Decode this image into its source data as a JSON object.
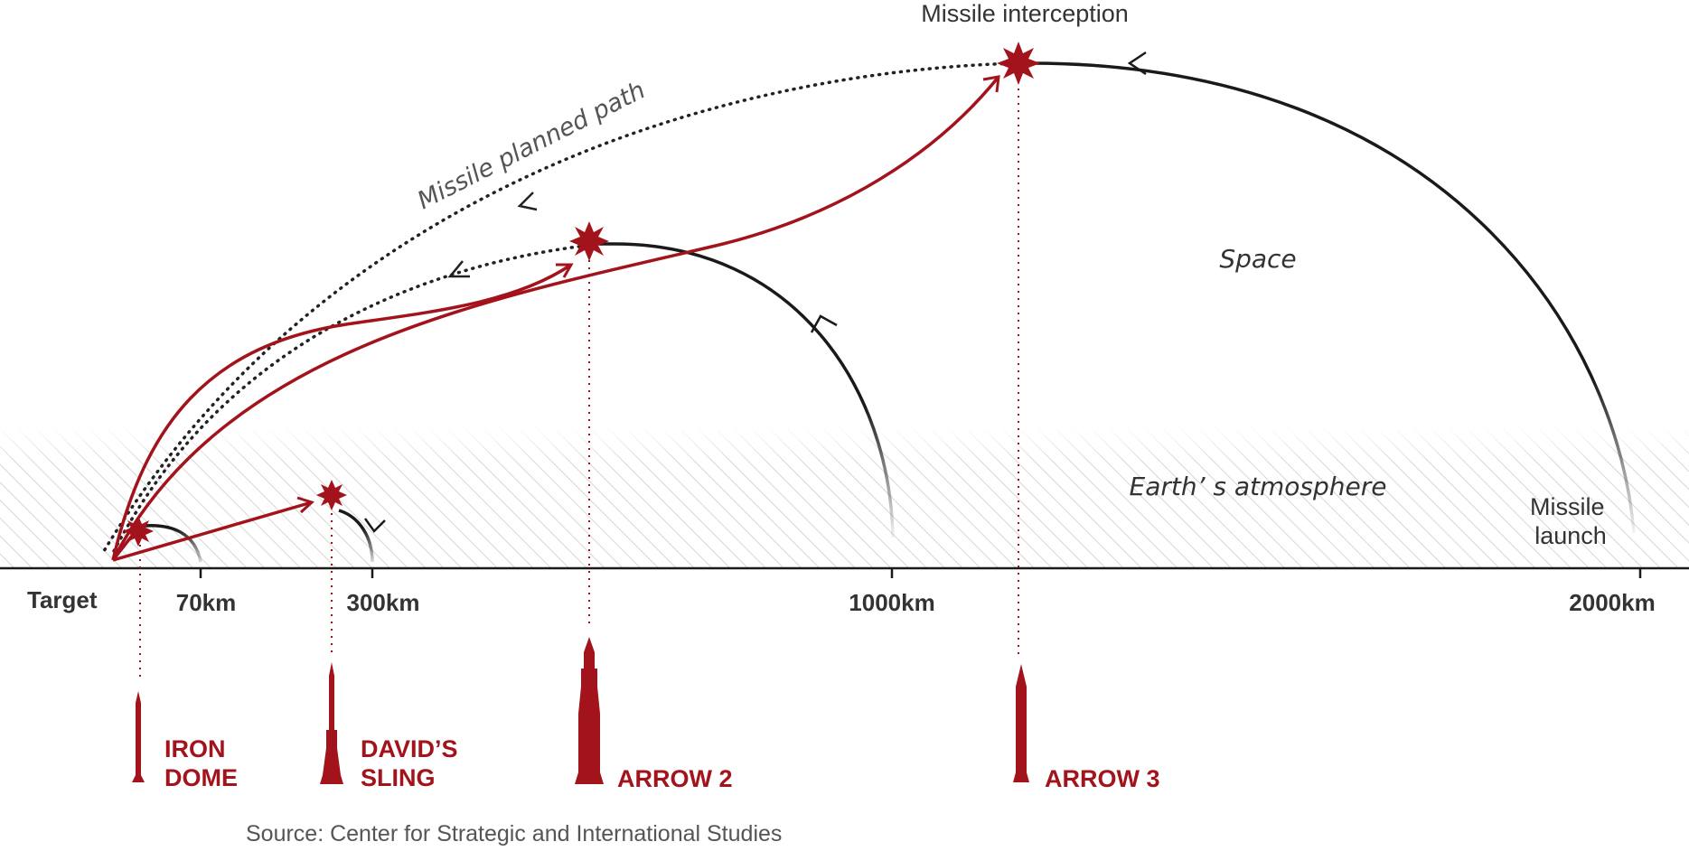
{
  "title": "Missile interception",
  "labels": {
    "planned_path": "Missile planned path",
    "space": "Space",
    "atmosphere": "Earth’ s atmosphere",
    "launch_line1": "Missile",
    "launch_line2": "launch"
  },
  "axis": {
    "target": "Target",
    "ticks": [
      "70km",
      "300km",
      "1000km",
      "2000km"
    ]
  },
  "systems": [
    {
      "id": "iron-dome",
      "line1": "IRON",
      "line2": "DOME"
    },
    {
      "id": "davids-sling",
      "line1": "DAVID’S",
      "line2": "SLING"
    },
    {
      "id": "arrow-2",
      "line1": "ARROW 2",
      "line2": ""
    },
    {
      "id": "arrow-3",
      "line1": "ARROW 3",
      "line2": ""
    }
  ],
  "source": "Source: Center for Strategic and International Studies",
  "colors": {
    "interceptor": "#a3131c",
    "missile": "#1a1a1a",
    "text": "#333333",
    "hatch": "#d4d4d4",
    "source": "#555555"
  }
}
